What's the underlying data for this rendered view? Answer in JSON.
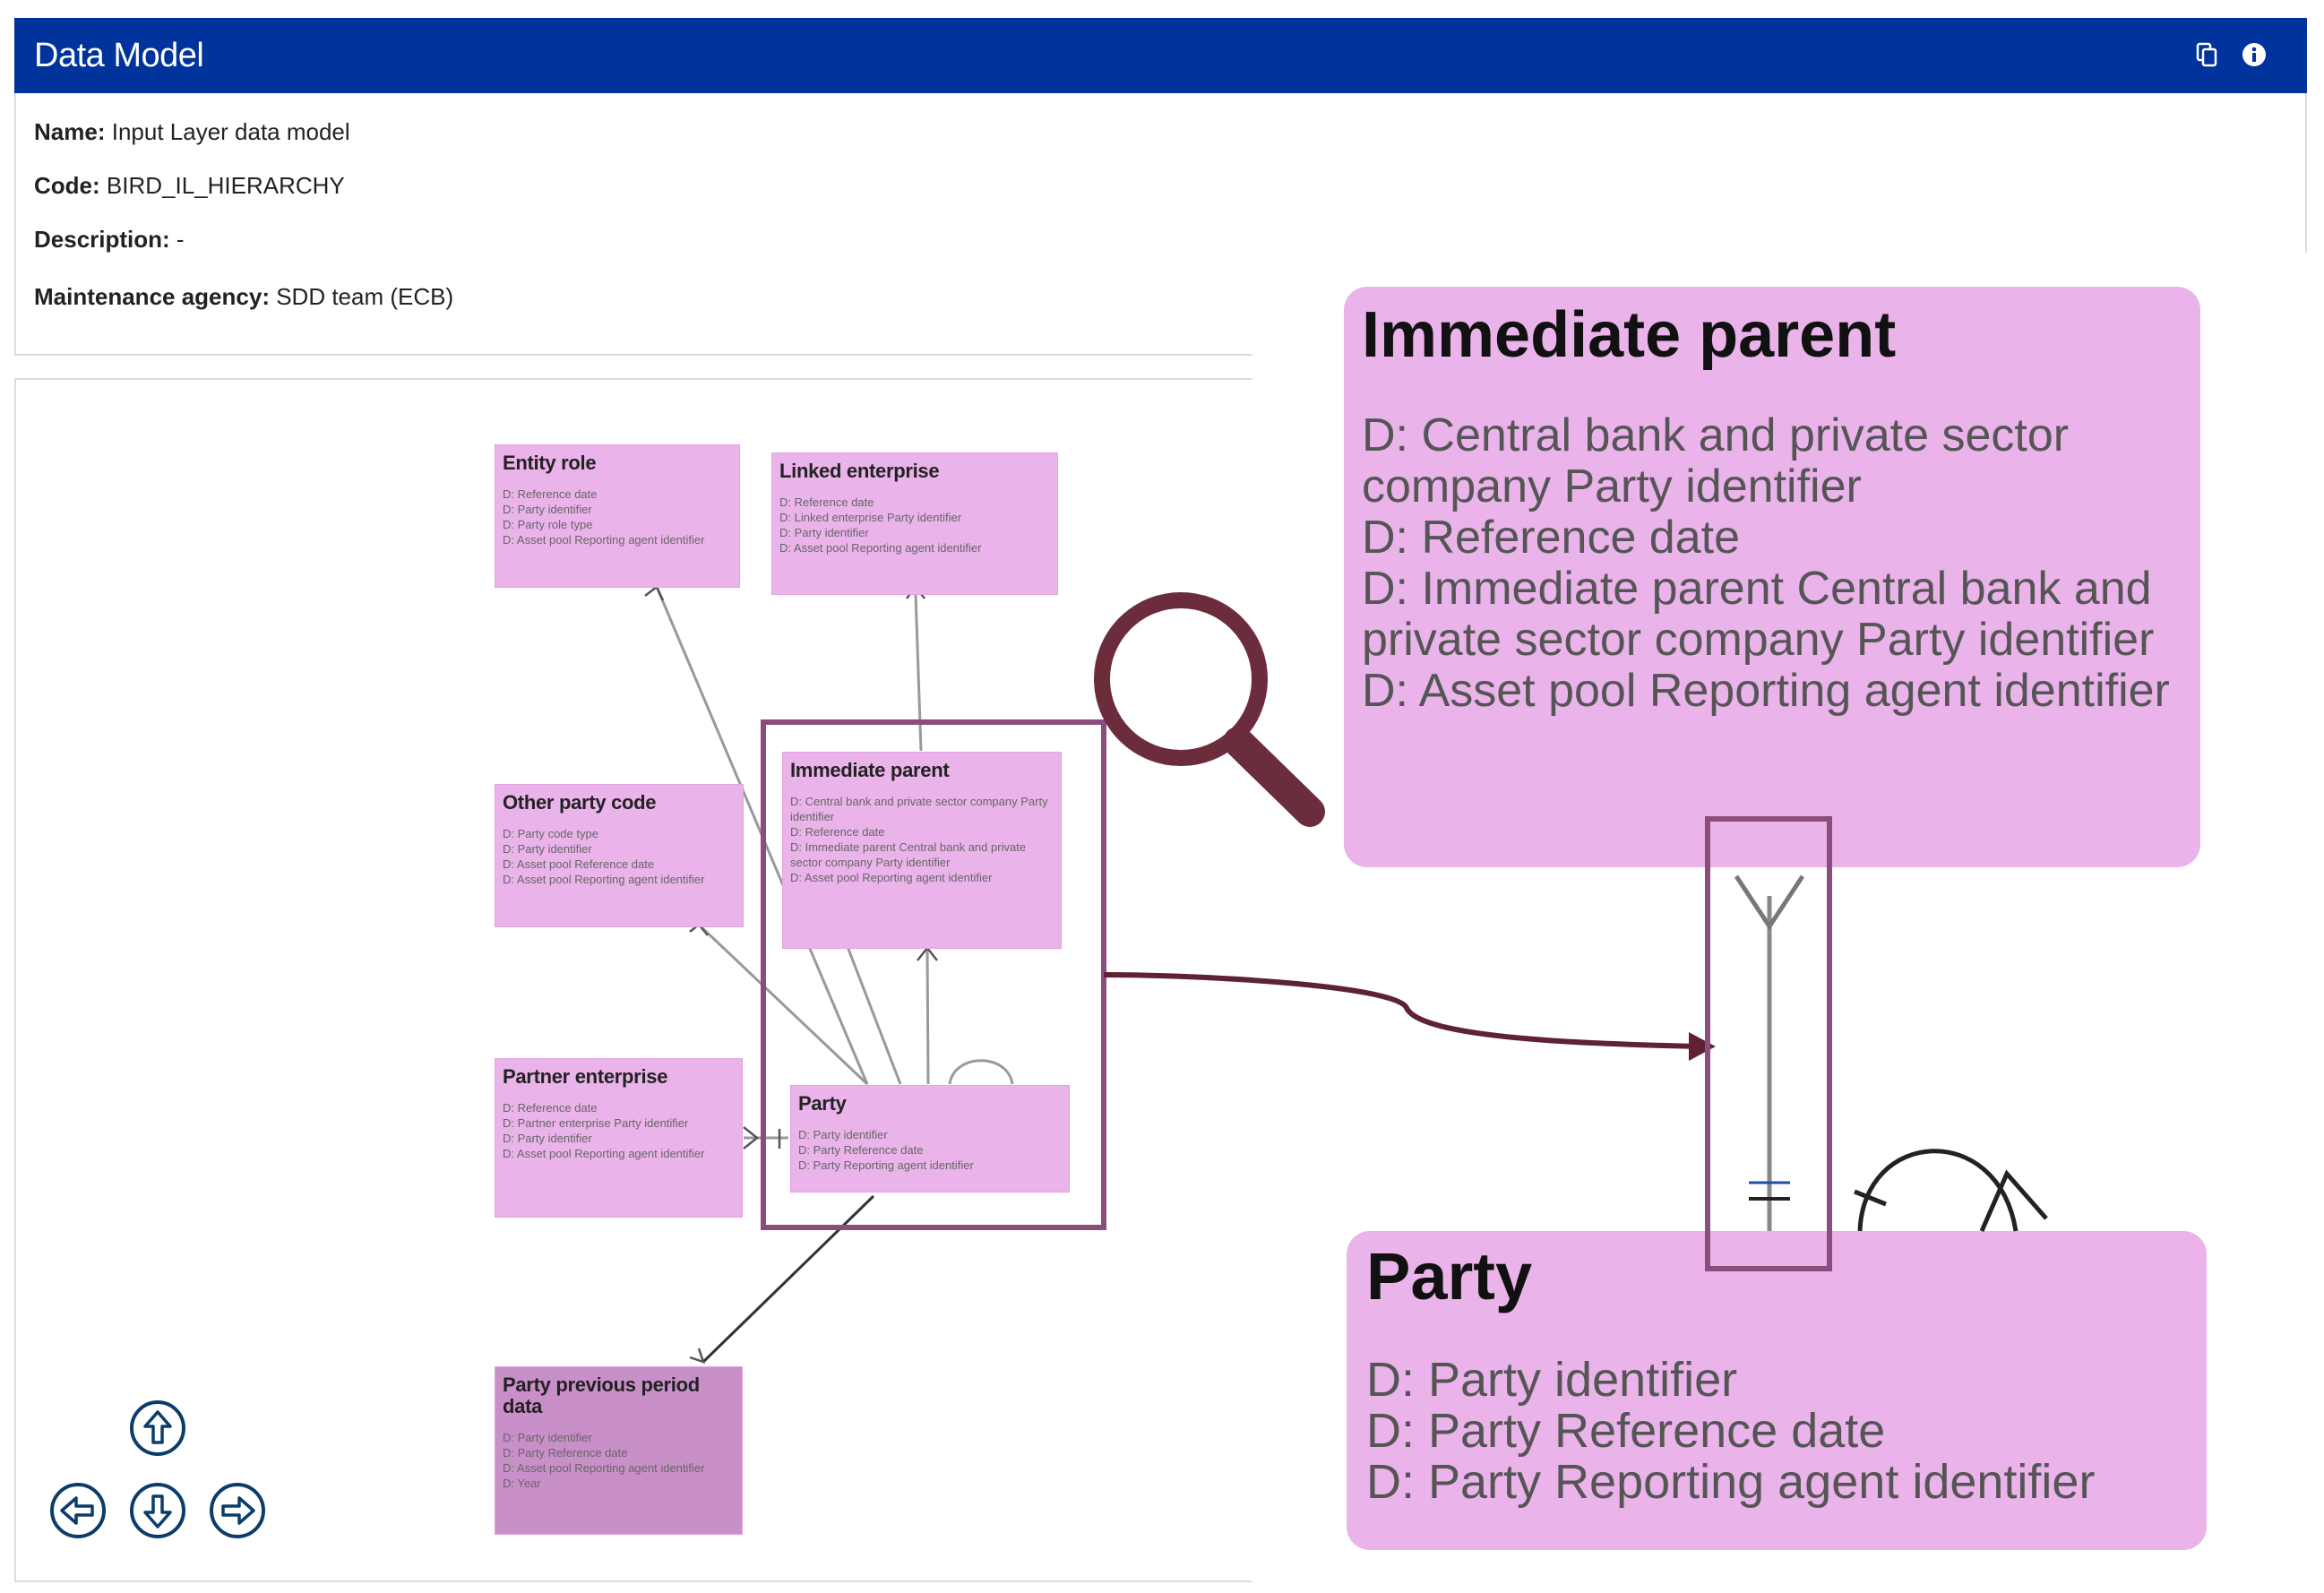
{
  "header": {
    "title": "Data Model",
    "tools": [
      "copy-icon",
      "info-icon"
    ]
  },
  "meta": {
    "name_label": "Name:",
    "name_value": "Input Layer data model",
    "code_label": "Code:",
    "code_value": "BIRD_IL_HIERARCHY",
    "description_label": "Description:",
    "description_value": "-",
    "agency_label": "Maintenance agency:",
    "agency_value": "SDD team (ECB)"
  },
  "entities": {
    "entity_role": {
      "title": "Entity role",
      "attributes": [
        "D: Reference date",
        "D: Party identifier",
        "D: Party role type",
        "D: Asset pool Reporting agent identifier"
      ]
    },
    "linked_enterprise": {
      "title": "Linked enterprise",
      "attributes": [
        "D: Reference date",
        "D: Linked enterprise Party identifier",
        "D: Party identifier",
        "D: Asset pool Reporting agent identifier"
      ]
    },
    "other_party_code": {
      "title": "Other party code",
      "attributes": [
        "D: Party code type",
        "D: Party identifier",
        "D: Asset pool Reference date",
        "D: Asset pool Reporting agent identifier"
      ]
    },
    "immediate_parent": {
      "title": "Immediate parent",
      "attributes": [
        "D: Central bank and private sector company Party identifier",
        "D: Reference date",
        "D: Immediate parent Central bank and private sector company Party identifier",
        "D: Asset pool Reporting agent identifier"
      ]
    },
    "partner_enterprise": {
      "title": "Partner enterprise",
      "attributes": [
        "D: Reference date",
        "D: Partner enterprise Party identifier",
        "D: Party identifier",
        "D: Asset pool Reporting agent identifier"
      ]
    },
    "party": {
      "title": "Party",
      "attributes": [
        "D: Party identifier",
        "D: Party Reference date",
        "D: Party Reporting agent identifier"
      ]
    },
    "party_previous": {
      "title": "Party previous period data",
      "attributes": [
        "D: Party identifier",
        "D: Party Reference date",
        "D: Asset pool Reporting agent identifier",
        "D: Year"
      ]
    }
  },
  "navigation": {
    "buttons": [
      "arrow-up-icon",
      "arrow-left-icon",
      "arrow-down-icon",
      "arrow-right-icon"
    ]
  },
  "colors": {
    "header": "#00339c",
    "entity": "#eab3ea",
    "entity_dark": "#c98fc9",
    "highlight": "#8a4d7c",
    "magnifier": "#6b2d3c"
  }
}
